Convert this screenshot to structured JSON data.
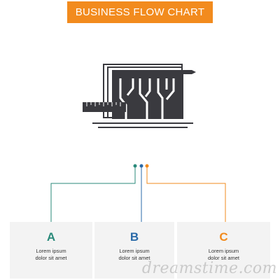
{
  "header": {
    "title": "BUSINESS FLOW CHART",
    "banner_color": "#f28b1e"
  },
  "illustration": {
    "icon": "circuit-blueprint-icon",
    "color": "#3a3a3f"
  },
  "steps": [
    {
      "letter": "A",
      "line1": "Lorem ipsum",
      "line2": "dolor sit amet",
      "color": "#2a8a7a"
    },
    {
      "letter": "B",
      "line1": "Lorem ipsum",
      "line2": "dolor sit amet",
      "color": "#2a6aa8"
    },
    {
      "letter": "C",
      "line1": "Lorem ipsum",
      "line2": "dolor sit amet",
      "color": "#f28b1e"
    }
  ],
  "watermark": "dreamstime.com"
}
